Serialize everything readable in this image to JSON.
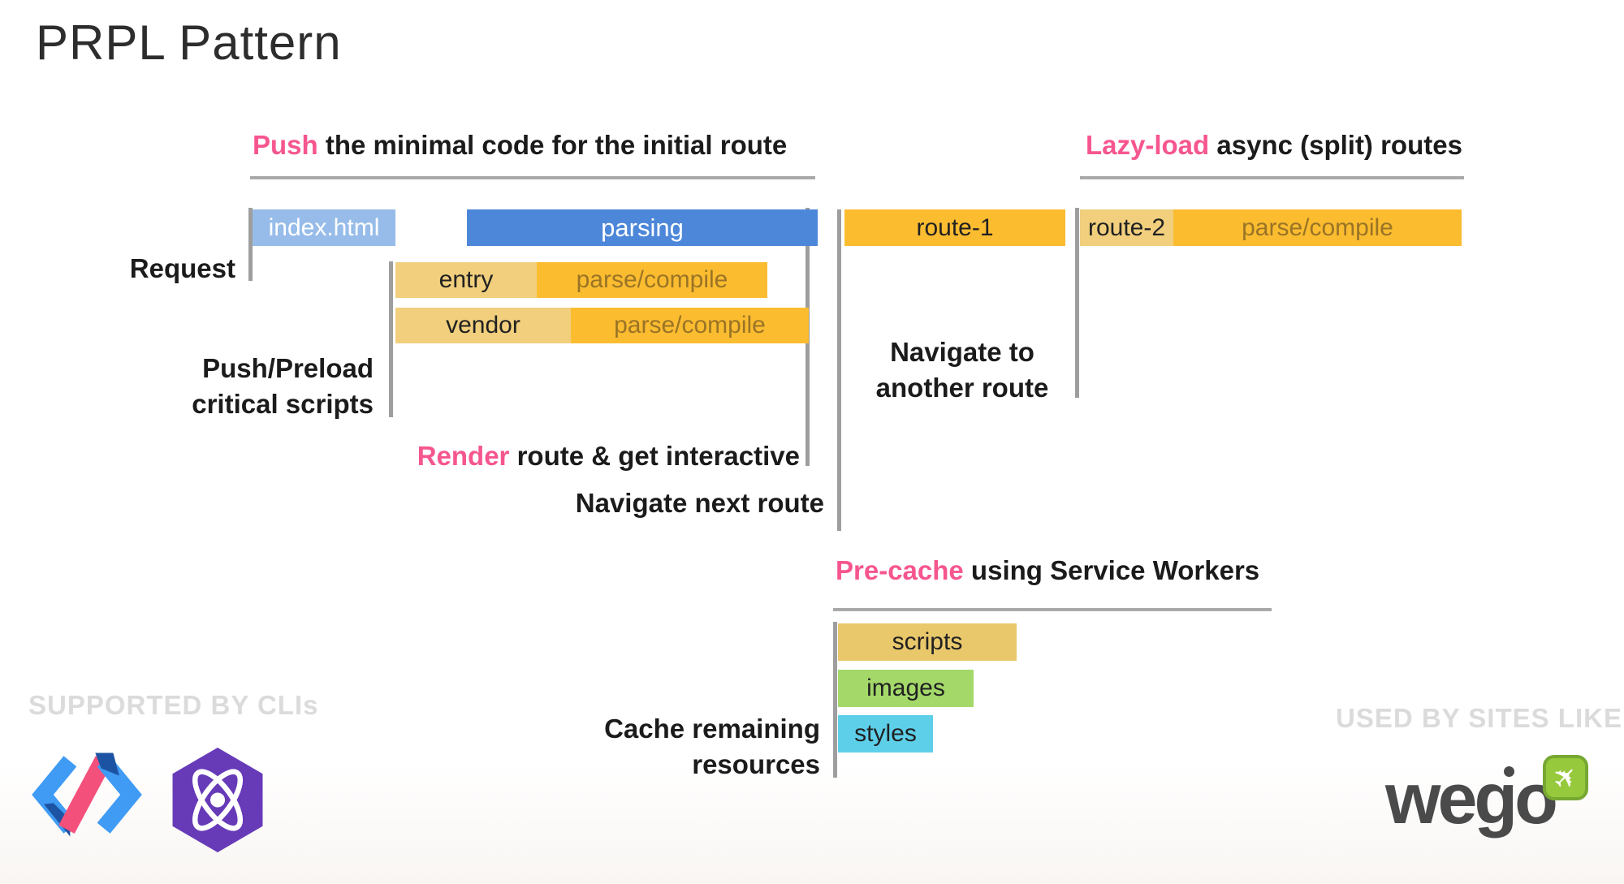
{
  "title": "PRPL Pattern",
  "sections": {
    "push": {
      "highlight": "Push",
      "rest": " the minimal code for the initial route"
    },
    "lazy": {
      "highlight": "Lazy-load",
      "rest": " async (split) routes"
    },
    "precache": {
      "highlight": "Pre-cache",
      "rest": " using Service Workers"
    }
  },
  "labels": {
    "request": "Request",
    "push_preload_line1": "Push/Preload",
    "push_preload_line2": "critical scripts",
    "render_highlight": "Render",
    "render_rest": " route & get interactive",
    "navigate_next": "Navigate next route",
    "navigate_another_line1": "Navigate to",
    "navigate_another_line2": "another route",
    "cache_line1": "Cache remaining",
    "cache_line2": "resources"
  },
  "bars": {
    "index_html": "index.html",
    "parsing": "parsing",
    "entry": "entry",
    "vendor": "vendor",
    "route1": "route-1",
    "route2": "route-2",
    "parse_compile": "parse/compile",
    "scripts": "scripts",
    "images": "images",
    "styles": "styles"
  },
  "footer": {
    "left_caption": "SUPPORTED BY CLIs",
    "right_caption": "USED BY SITES LIKE",
    "wego_text": "wego",
    "logos": [
      "polymer-logo",
      "preact-logo",
      "wego-logo"
    ]
  },
  "colors": {
    "accent_pink": "#f6568f",
    "bar_blue": "#4d87d9",
    "bar_lightblue": "#97bce9",
    "bar_orange": "#fbbc30",
    "bar_tan": "#f1cf7d",
    "bar_green": "#a4d96a",
    "bar_cyan": "#5dcfe9",
    "line_gray": "#9e9e9e",
    "preact_purple": "#673ab8",
    "wego_green": "#97c93d"
  }
}
